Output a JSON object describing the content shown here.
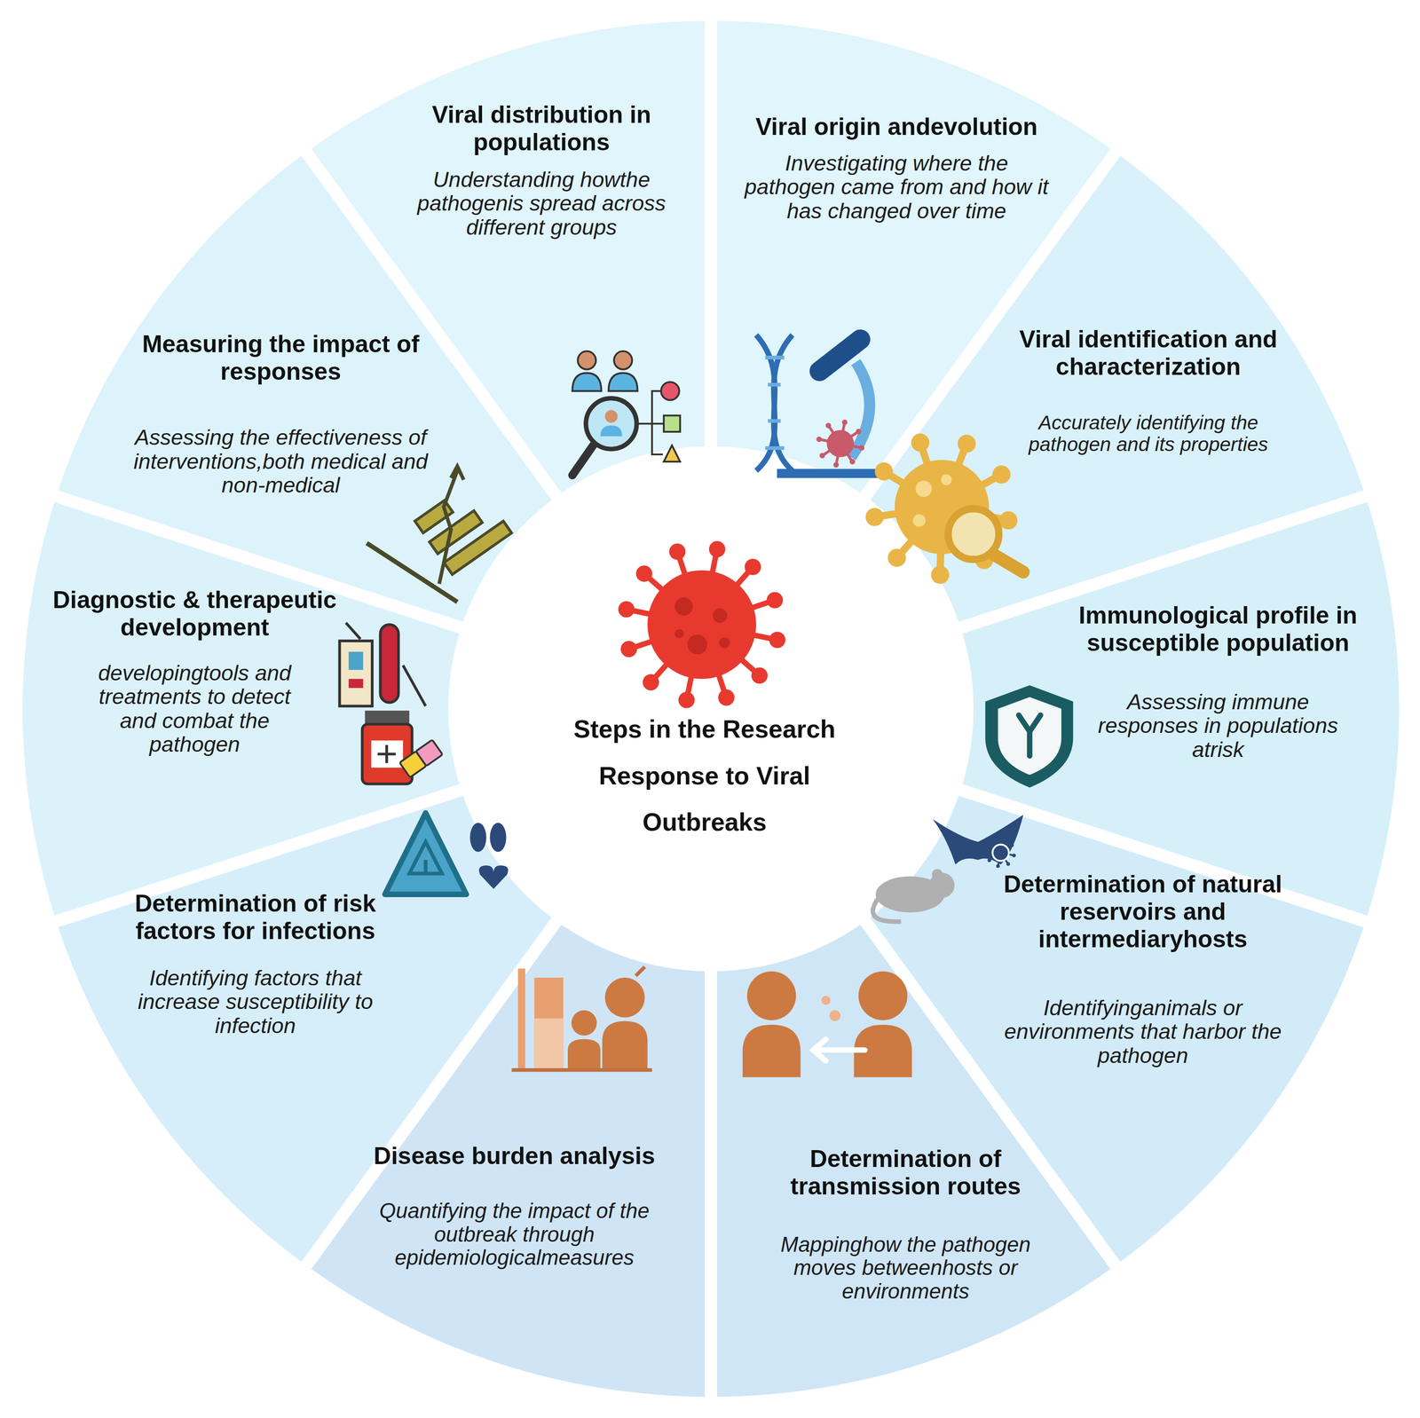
{
  "diagram": {
    "title": "Steps in the Research Response to Viral Outbreaks",
    "nodes": [
      {
        "text": [
          "Viral distribution in populations",
          "Understanding howthe pathogenis spread across different groups"
        ]
      },
      {
        "text": [
          "Viral origin andevolution",
          "Investigating where the pathogen came from and how it has changed over time"
        ]
      },
      {
        "text": [
          "Viral identification and characterization",
          "Accurately identifying the pathogen and its properties"
        ]
      },
      {
        "text": [
          "Immunological profile in susceptible population",
          "Assessing immune responses in populations atrisk"
        ]
      },
      {
        "text": [
          "Determination of natural reservoirs and intermediaryhosts",
          "Identifyinganimals or environments that harbor the pathogen"
        ]
      },
      {
        "text": [
          "Determination of transmission routes",
          "Mappinghow the pathogen moves betweenhosts or environments"
        ]
      },
      {
        "text": [
          "Disease burden analysis",
          "Quantifying the impact of the outbreak through epidemiologicalmeasures"
        ]
      },
      {
        "text": [
          "Determination of risk factors for infections",
          "Identifying factors that increase susceptibility to infection"
        ]
      },
      {
        "text": [
          "Diagnostic & therapeutic development",
          "developingtools and treatments to detect and combat the pathogen"
        ]
      },
      {
        "text": [
          "Measuring the impact of responses",
          "Assessing the effectiveness of interventions,both medical and non-medical"
        ]
      }
    ]
  }
}
